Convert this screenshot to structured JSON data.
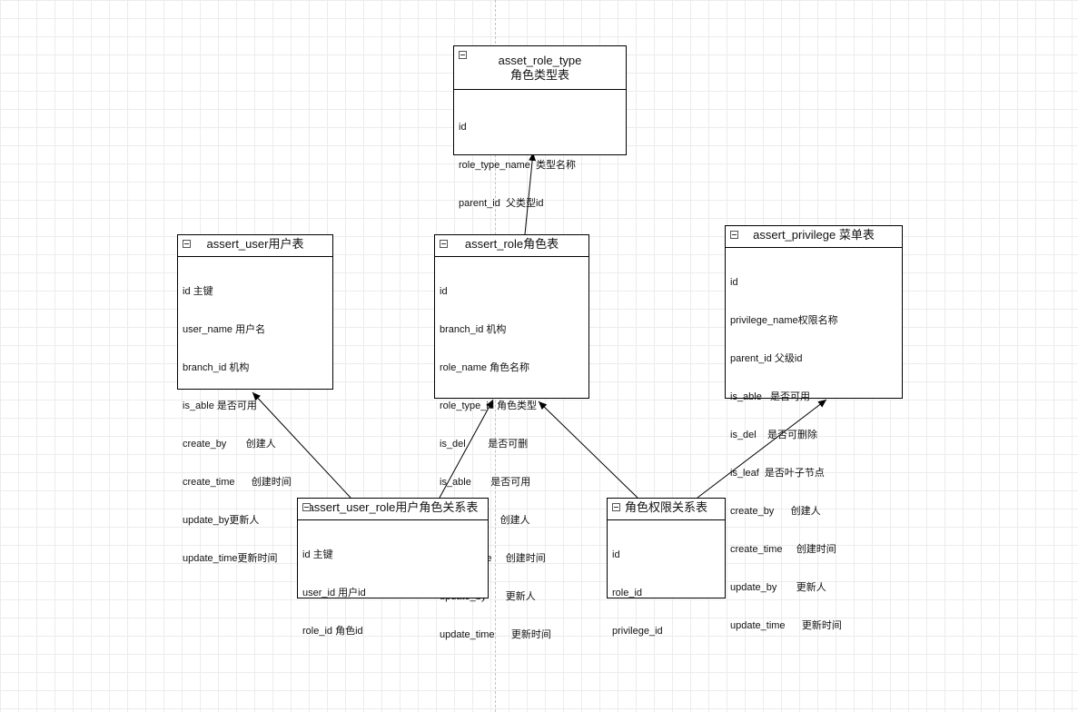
{
  "entities": {
    "role_type": {
      "title_line1": "asset_role_type",
      "title_line2": "角色类型表",
      "fields": [
        "id",
        "role_type_name  类型名称",
        "parent_id  父类型id"
      ]
    },
    "user": {
      "title": "assert_user用户表",
      "fields": [
        "id 主键",
        "user_name 用户名",
        "branch_id 机构",
        "is_able 是否可用",
        "create_by       创建人",
        "create_time      创建时间",
        "update_by更新人",
        "update_time更新时间"
      ]
    },
    "role": {
      "title": "assert_role角色表",
      "fields": [
        "id",
        "branch_id 机构",
        "role_name 角色名称",
        "role_type_id 角色类型",
        "is_del        是否可删",
        "is_able       是否可用",
        "create_by      创建人",
        "create_time     创建时间",
        "update_by       更新人",
        "update_time      更新时间"
      ]
    },
    "privilege": {
      "title": "assert_privilege 菜单表",
      "fields": [
        "id",
        "privilege_name权限名称",
        "parent_id 父级id",
        "is_able   是否可用",
        "is_del    是否可删除",
        "is_leaf  是否叶子节点",
        "create_by      创建人",
        "create_time     创建时间",
        "update_by       更新人",
        "update_time      更新时间"
      ]
    },
    "user_role": {
      "title": "assert_user_role用户角色关系表",
      "fields": [
        "id 主键",
        "user_id 用户id",
        "role_id 角色id"
      ]
    },
    "role_privilege": {
      "title": "角色权限关系表",
      "fields": [
        "id",
        "role_id",
        "privilege_id"
      ]
    }
  },
  "icons": {
    "collapse": "collapse-minus-icon"
  },
  "colors": {
    "line": "#000000",
    "grid": "#ececec",
    "divider": "#c4c4c4"
  }
}
